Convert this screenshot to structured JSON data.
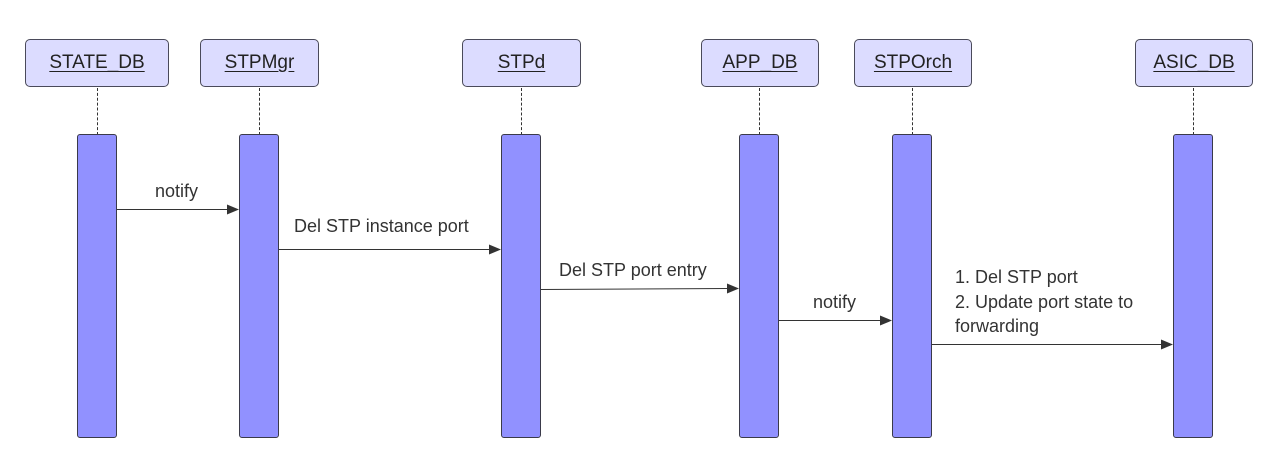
{
  "participants": [
    {
      "id": "state_db",
      "label": "STATE_DB"
    },
    {
      "id": "stpmgr",
      "label": "STPMgr"
    },
    {
      "id": "stpd",
      "label": "STPd"
    },
    {
      "id": "app_db",
      "label": "APP_DB"
    },
    {
      "id": "stporch",
      "label": "STPOrch"
    },
    {
      "id": "asic_db",
      "label": "ASIC_DB"
    }
  ],
  "messages": [
    {
      "from": "STATE_DB",
      "to": "STPMgr",
      "label": "notify"
    },
    {
      "from": "STPMgr",
      "to": "STPd",
      "label": "Del STP instance port"
    },
    {
      "from": "STPd",
      "to": "APP_DB",
      "label": "Del STP port entry"
    },
    {
      "from": "APP_DB",
      "to": "STPOrch",
      "label": "notify"
    },
    {
      "from": "STPOrch",
      "to": "ASIC_DB",
      "lines": [
        "1. Del STP port",
        "2. Update port state to",
        "forwarding"
      ]
    }
  ],
  "colors": {
    "participant_fill": "#dcdcff",
    "activation_fill": "#9191ff",
    "line": "#333333"
  }
}
